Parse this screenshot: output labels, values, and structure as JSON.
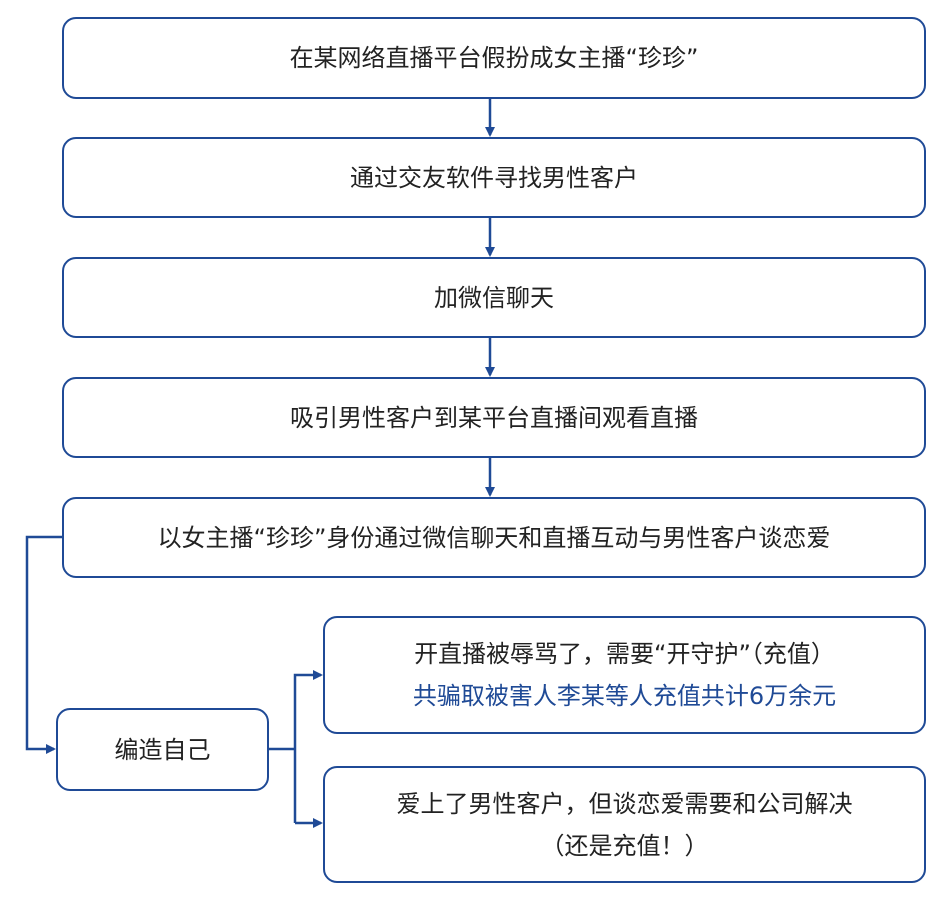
{
  "steps": [
    "在某网络直播平台假扮成女主播“珍珍”",
    "通过交友软件寻找男性客户",
    "加微信聊天",
    "吸引男性客户到某平台直播间观看直播",
    "以女主播“珍珍”身份通过微信聊天和直播互动与男性客户谈恋爱"
  ],
  "fabricate": "编造自己",
  "branch1": {
    "line1": "开直播被辱骂了，需要“开守护”（充值）",
    "line2": "共骗取被害人李某等人充值共计6万余元"
  },
  "branch2": {
    "line1": "爱上了男性客户，但谈恋爱需要和公司解决",
    "line2": "（还是充值！）"
  },
  "colors": {
    "accent": "#1f4a96"
  }
}
